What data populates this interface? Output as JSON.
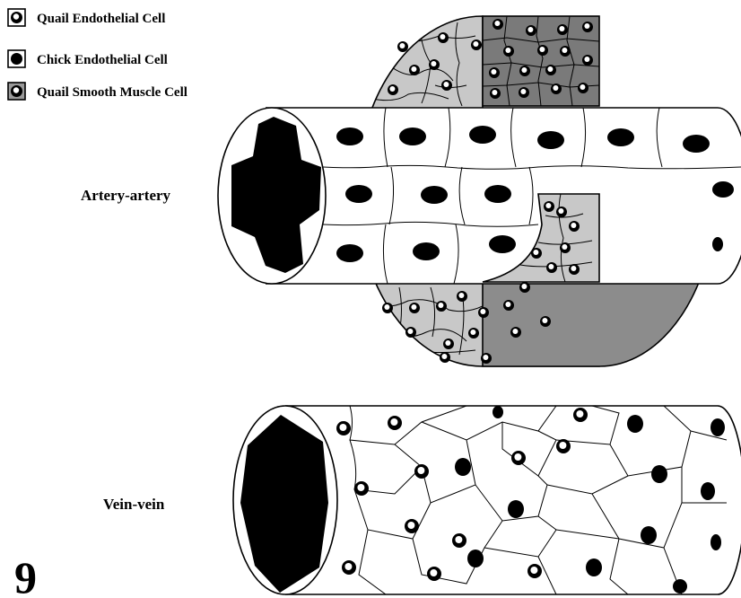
{
  "legend": [
    {
      "label": "Quail Endothelial Cell",
      "icon": "quail-endothelial-cell-icon"
    },
    {
      "label": "Chick Endothelial Cell",
      "icon": "chick-endothelial-cell-icon"
    },
    {
      "label": "Quail Smooth Muscle Cell",
      "icon": "quail-smooth-muscle-cell-icon"
    }
  ],
  "labels": {
    "artery": "Artery-artery",
    "vein": "Vein-vein"
  },
  "panel_number": "9",
  "colors": {
    "black": "#000000",
    "white": "#ffffff",
    "smooth_muscle_light": "#c8c8c8",
    "smooth_muscle_dark": "#7a7a7a",
    "cut_face": "#8c8c8c"
  }
}
